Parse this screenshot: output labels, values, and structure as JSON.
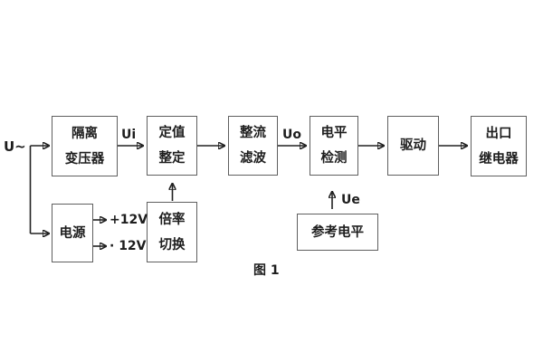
{
  "figure": {
    "caption": "图 1",
    "input_source": "U~",
    "blocks": [
      {
        "id": "isolation-transformer",
        "label": "隔离\n变压器"
      },
      {
        "id": "setpoint-adjust",
        "label": "定值\n整定"
      },
      {
        "id": "rectify-filter",
        "label": "整流\n滤波"
      },
      {
        "id": "level-detect",
        "label": "电平\n检测"
      },
      {
        "id": "driver",
        "label": "驱动"
      },
      {
        "id": "output-relay",
        "label": "出口\n继电器"
      },
      {
        "id": "power-supply",
        "label": "电源"
      },
      {
        "id": "ratio-switch",
        "label": "倍率\n切换"
      },
      {
        "id": "reference-level",
        "label": "参考电平"
      }
    ],
    "signals": {
      "ui": "Ui",
      "uo": "Uo",
      "ue": "Ue",
      "rail_positive": "+12V",
      "rail_negative": "· 12V"
    },
    "colors": {
      "line": "#222222",
      "box_border": "#5f5f5f",
      "text": "#1d1d1d",
      "background": "#ffffff"
    }
  }
}
